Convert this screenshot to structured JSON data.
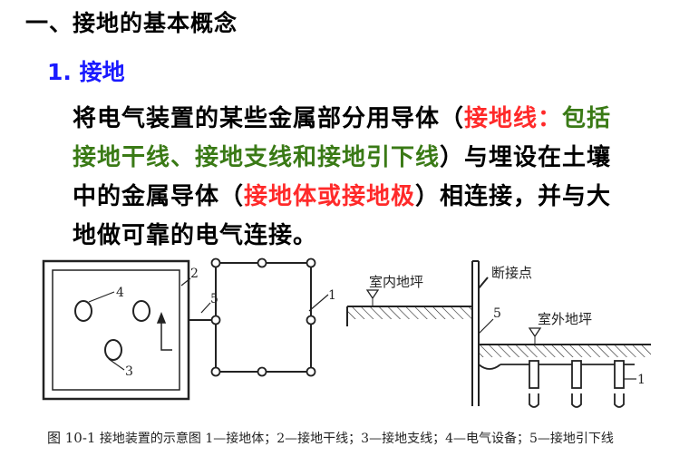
{
  "heading": "一、接地的基本概念",
  "subheading": "1. 接地",
  "paragraph": {
    "l1_a": "将电气装置的某些金属部分用导体（",
    "l1_b": "接地线：",
    "l1_c": "包括",
    "l2_a": "接地干线、接地支线和接地引下线",
    "l2_b": "）与埋设在土壤",
    "l3_a": "中的金属导体（",
    "l3_b": "接地体或接地极",
    "l3_c": "）相连接，并与大",
    "l4": "地做可靠的电气连接。"
  },
  "diagram": {
    "n1": "1",
    "n2": "2",
    "n3": "3",
    "n4": "4",
    "n5": "5",
    "indoor_floor": "室内地坪",
    "breakpoint": "断接点",
    "outdoor_floor": "室外地坪",
    "right_n5": "5",
    "right_n1": "1"
  },
  "caption": {
    "fig": "图 10-1",
    "text": "接地装置的示意图  1—接地体；2—接地干线；3—接地支线；4—电气设备；5—接地引下线"
  },
  "colors": {
    "blue": "#1a1aff",
    "red": "#ff2a2a",
    "green": "#3a7a16"
  }
}
